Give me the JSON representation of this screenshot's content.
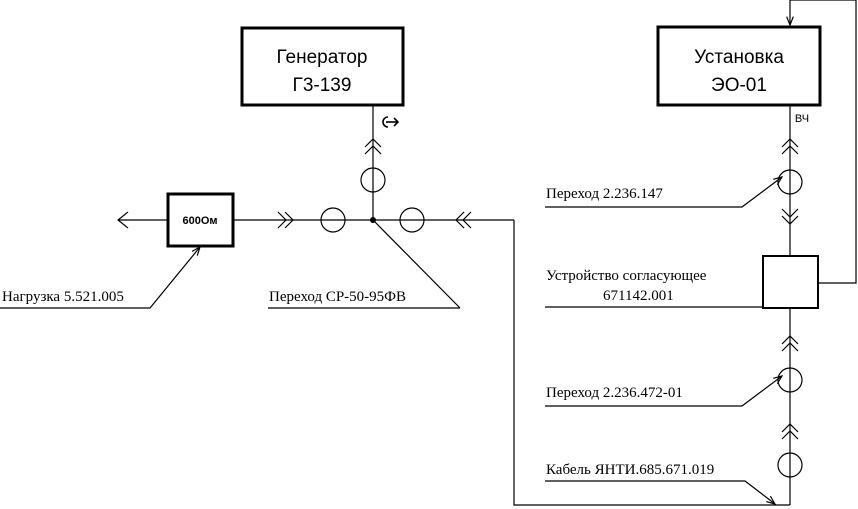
{
  "blocks": {
    "generator": {
      "line1": "Генератор",
      "line2": "Г3-139"
    },
    "installation": {
      "line1": "Установка",
      "line2": "ЭО-01",
      "port_label": "ВЧ"
    },
    "load_box": {
      "label": "600Ом"
    }
  },
  "labels": {
    "load": "Нагрузка 5.521.005",
    "adapter_cp": "Переход СР-50-95ФВ",
    "adapter_147": "Переход 2.236.147",
    "matching_line1": "Устройство согласующее",
    "matching_line2": "671142.001",
    "adapter_472": "Переход 2.236.472-01",
    "cable": "Кабель ЯНТИ.685.671.019"
  }
}
